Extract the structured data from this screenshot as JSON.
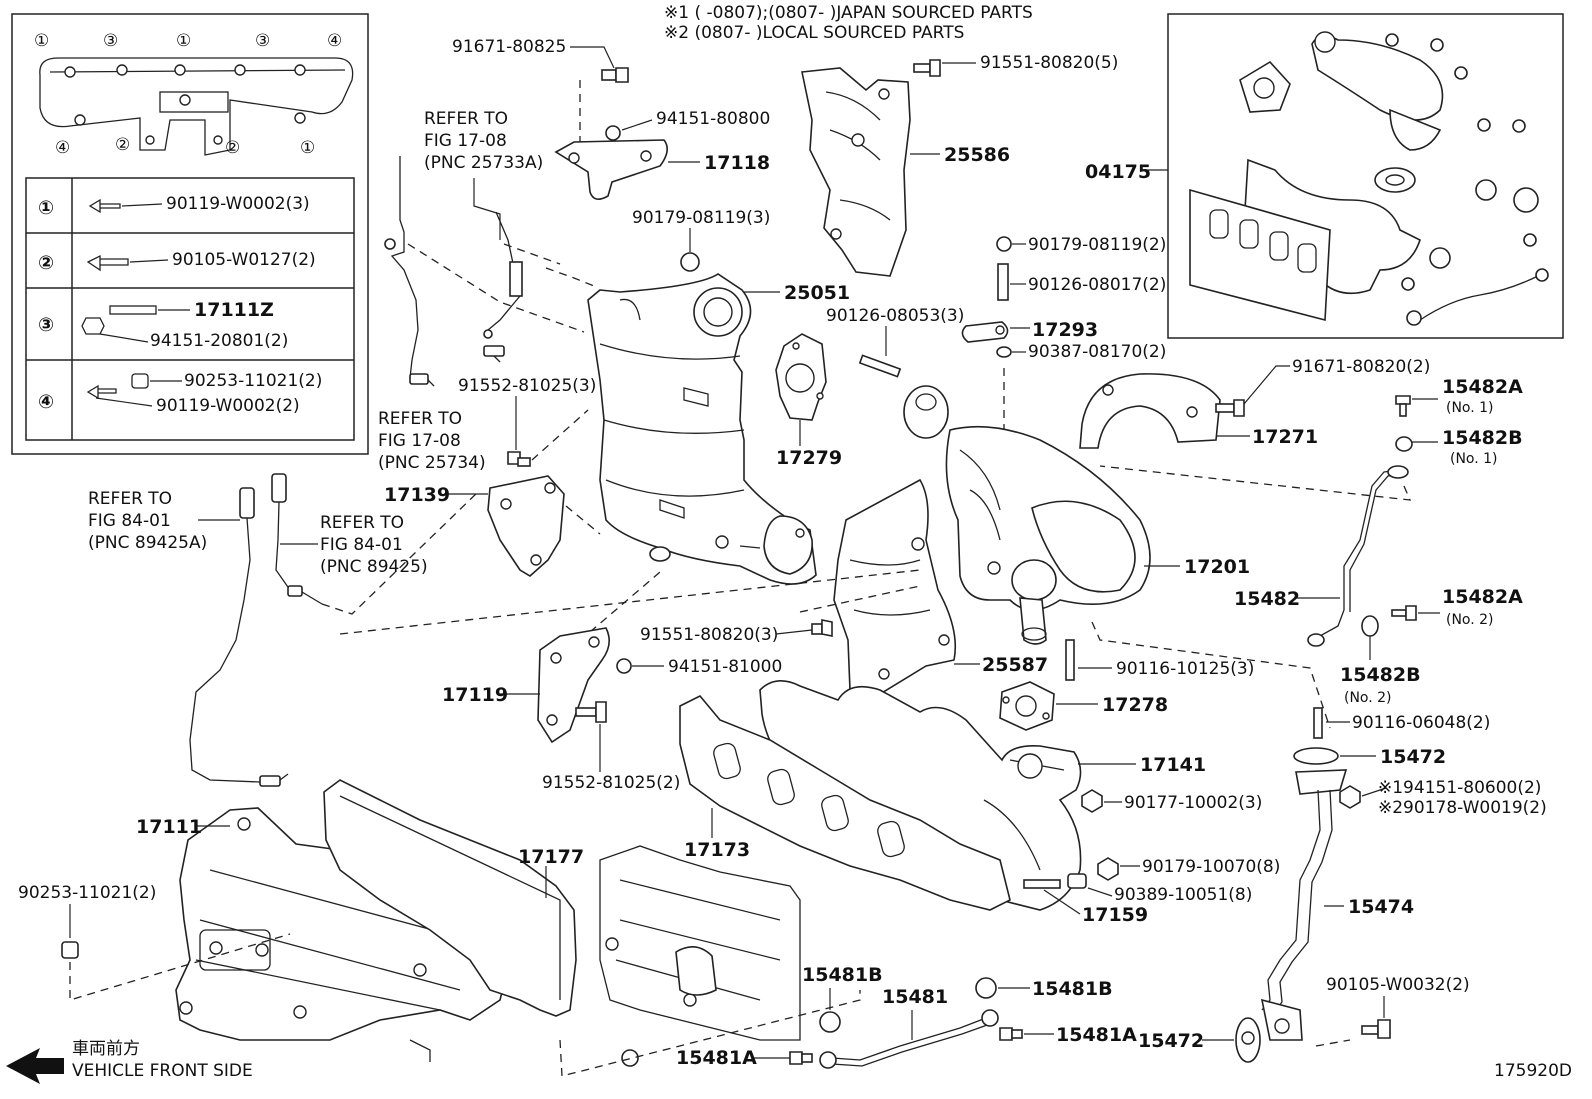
{
  "notes": {
    "note1": "※1 (     -0807);(0807-     )JAPAN SOURCED PARTS",
    "note2": "※2 (0807-     )LOCAL SOURCED PARTS"
  },
  "legend": {
    "top_circles": [
      "①",
      "③",
      "①",
      "③",
      "④"
    ],
    "bottom_circles": [
      "④",
      "②",
      "②",
      "①"
    ],
    "rows": [
      {
        "key": "①",
        "parts": [
          "90119-W0002(3)"
        ]
      },
      {
        "key": "②",
        "parts": [
          "90105-W0127(2)"
        ]
      },
      {
        "key": "③",
        "parts": [
          "17111Z",
          "94151-20801(2)"
        ]
      },
      {
        "key": "④",
        "parts": [
          "90253-11021(2)",
          "90119-W0002(2)"
        ]
      }
    ]
  },
  "refs": {
    "r1": [
      "REFER TO",
      "FIG 17-08",
      "(PNC 25733A)"
    ],
    "r2": [
      "REFER TO",
      "FIG 17-08",
      "(PNC 25734)"
    ],
    "r3": [
      "REFER TO",
      "FIG 84-01",
      "(PNC 89425A)"
    ],
    "r4": [
      "REFER TO",
      "FIG 84-01",
      "(PNC 89425)"
    ]
  },
  "labels": {
    "p91671_80825": "91671-80825",
    "p94151_80800": "94151-80800",
    "p17118": "17118",
    "p90179_08119_3": "90179-08119(3)",
    "p25051": "25051",
    "p91551_80820_5": "91551-80820(5)",
    "p25586": "25586",
    "p04175": "04175",
    "p90179_08119_2": "90179-08119(2)",
    "p90126_08017_2": "90126-08017(2)",
    "p90126_08053_3": "90126-08053(3)",
    "p17293": "17293",
    "p90387_08170_2": "90387-08170(2)",
    "p91552_81025_3": "91552-81025(3)",
    "p17279": "17279",
    "p91671_80820_2": "91671-80820(2)",
    "p15482A": "15482A",
    "p15482A_no1": "(No. 1)",
    "p15482B": "15482B",
    "p15482B_no1": "(No. 1)",
    "p17271": "17271",
    "p17139": "17139",
    "p17201": "17201",
    "p15482": "15482",
    "p15482A_2": "15482A",
    "p15482A_no2": "(No. 2)",
    "p15482B_2": "15482B",
    "p15482B_no2": "(No. 2)",
    "p91551_80820_3": "91551-80820(3)",
    "p25587": "25587",
    "p90116_10125_3": "90116-10125(3)",
    "p94151_81000": "94151-81000",
    "p17119": "17119",
    "p17278": "17278",
    "p90116_06048_2": "90116-06048(2)",
    "p15472": "15472",
    "p17141": "17141",
    "p91552_81025_2": "91552-81025(2)",
    "p94151_80600_2": "※194151-80600(2)",
    "p90178_W0019_2": "※290178-W0019(2)",
    "p90177_10002_3": "90177-10002(3)",
    "p17111": "17111",
    "p17177": "17177",
    "p17173": "17173",
    "p90179_10070_8": "90179-10070(8)",
    "p90389_10051_8": "90389-10051(8)",
    "p17159": "17159",
    "p15474": "15474",
    "p90253_11021_2": "90253-11021(2)",
    "p15481B": "15481B",
    "p15481": "15481",
    "p15481B_2": "15481B",
    "p15481A": "15481A",
    "p90105_W0032_2": "90105-W0032(2)",
    "p15481A_2": "15481A",
    "p15472_2": "15472"
  },
  "footer": {
    "direction_jp": "車両前方",
    "direction_en": "VEHICLE FRONT SIDE",
    "figure_id": "175920D"
  }
}
